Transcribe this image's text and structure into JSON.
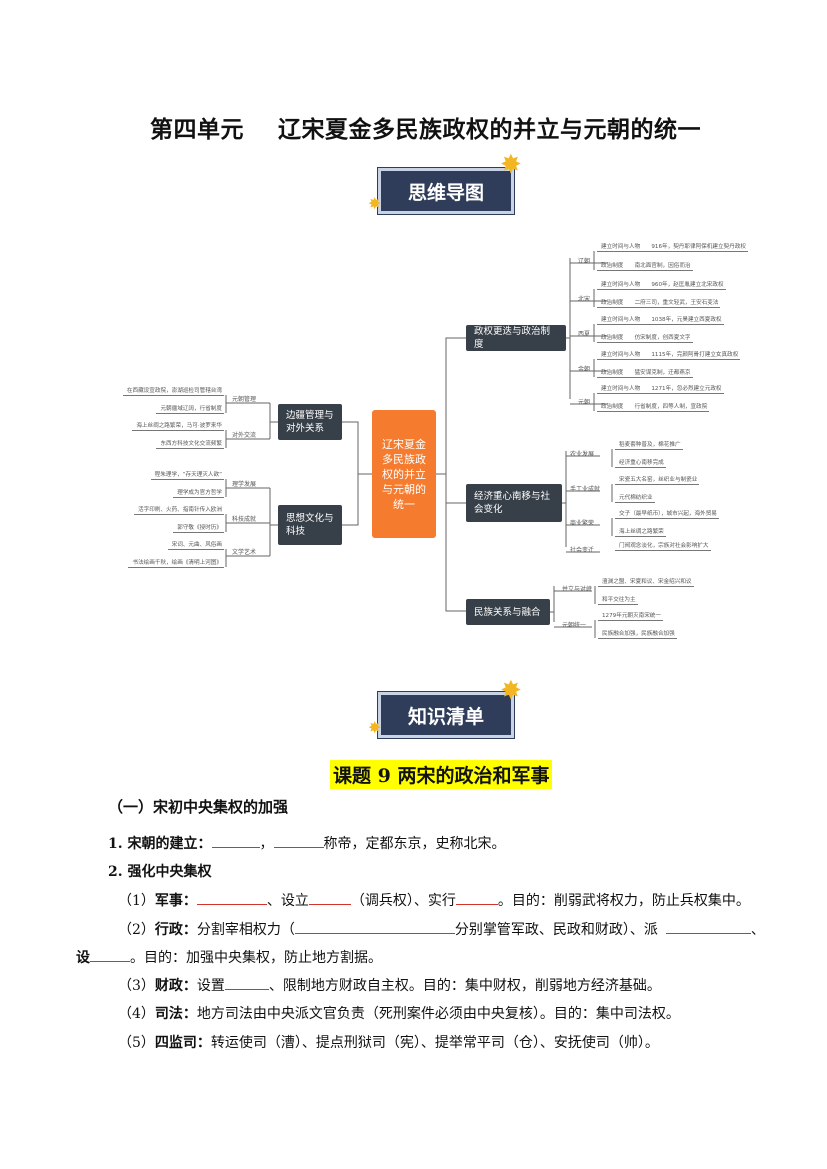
{
  "title": "第四单元    辽宋夏金多民族政权的并立与元朝的统一",
  "badge_mindmap": "思维导图",
  "badge_knowledge": "知识清单",
  "mindmap": {
    "center": "辽宋夏金多民族政权的并立与元朝的统一",
    "right": [
      {
        "label": "政权更迭与政治制度",
        "subs": [
          {
            "label": "辽朝",
            "leaves": [
              "建立时间与人物　　916年，契丹耶律阿保机建立契丹政权",
              "政治制度　　南北面官制，因俗而治"
            ]
          },
          {
            "label": "北宋",
            "leaves": [
              "建立时间与人物　　960年，赵匡胤建立北宋政权",
              "政治制度　　二府三司，重文轻武，王安石变法"
            ]
          },
          {
            "label": "西夏",
            "leaves": [
              "建立时间与人物　　1038年，元昊建立西夏政权",
              "政治制度　　仿宋制度，创西夏文字"
            ]
          },
          {
            "label": "金朝",
            "leaves": [
              "建立时间与人物　　1115年，完颜阿骨打建立女真政权",
              "政治制度　　猛安谋克制，迁都燕京"
            ]
          },
          {
            "label": "元朝",
            "leaves": [
              "建立时间与人物　　1271年，忽必烈建立元政权",
              "政治制度　　行省制度，四等人制，宣政院"
            ]
          }
        ]
      },
      {
        "label": "经济重心南移与社会变化",
        "subs": [
          {
            "label": "农业发展",
            "leaves": [
              "稻麦套种普及，棉花推广",
              "经济重心南移完成"
            ]
          },
          {
            "label": "手工业成就",
            "leaves": [
              "宋瓷五大名窑，丝织业与制瓷业",
              "元代棉纺织业"
            ]
          },
          {
            "label": "商业繁荣",
            "leaves": [
              "交子（最早纸币），城市兴起，海外贸易",
              "海上丝绸之路繁荣"
            ]
          },
          {
            "label": "社会变迁",
            "leaves": [
              "门阀观念淡化，宗族对社会影响扩大"
            ]
          }
        ]
      },
      {
        "label": "民族关系与融合",
        "subs": [
          {
            "label": "并立与对峙",
            "leaves": [
              "澶渊之盟、宋夏和议、宋金绍兴和议",
              "和平交往为主"
            ]
          },
          {
            "label": "元朝统一",
            "leaves": [
              "1279年元朝灭南宋统一",
              "民族融合加强，民族融合加强"
            ]
          }
        ]
      }
    ],
    "left": [
      {
        "label": "边疆管理与对外关系",
        "subs": [
          {
            "label": "元朝管理",
            "leaves": [
              "在西藏设宣政院，澎湖巡检司管辖台湾",
              "元朝疆域辽阔，行省制度"
            ]
          },
          {
            "label": "对外交流",
            "leaves": [
              "海上丝绸之路繁荣，马可·波罗来华",
              "东西方科技文化交流频繁"
            ]
          }
        ]
      },
      {
        "label": "思想文化与科技",
        "subs": [
          {
            "label": "理学发展",
            "leaves": [
              "程朱理学，“存天理灭人欲”",
              "理学成为官方哲学"
            ]
          },
          {
            "label": "科技成就",
            "leaves": [
              "活字印刷、火药、指南针传入欧洲",
              "郭守敬《授时历》"
            ]
          },
          {
            "label": "文学艺术",
            "leaves": [
              "宋词、元曲、风俗画",
              "书法绘画千秋，绘画《清明上河图》"
            ]
          }
        ]
      }
    ]
  },
  "lesson_title": "课题 9  两宋的政治和军事",
  "section": "（一）宋初中央集权的加强",
  "lines": {
    "l1_label": "1. 宋朝的建立：",
    "l1_sep": "，",
    "l1_rest": "称帝，定都东京，史称北宋。",
    "l2_label": "2. 强化中央集权",
    "l3_num": "（1）",
    "l3_label": "军事：",
    "l3_a": "、设立",
    "l3_b": "（调兵权）、实行",
    "l3_c": "。目的：削弱武将权力，防止兵权集中。",
    "l4_num": "（2）",
    "l4_label": "行政：",
    "l4_a": "分割宰相权力（",
    "l4_b": "分别掌管军政、民政和财政）、派",
    "l4_c": "、",
    "l5_label": "设",
    "l5_rest": "。目的：加强中央集权，防止地方割据。",
    "l6_num": "（3）",
    "l6_label": "财政：",
    "l6_a": "设置",
    "l6_b": "、限制地方财政自主权。目的：集中财权，削弱地方经济基础。",
    "l7_num": "（4）",
    "l7_label": "司法：",
    "l7_a": "地方司法由中央派文官负责（死刑案件必须由中央复核）。目的：集中司法权。",
    "l8_num": "（5）",
    "l8_label": "四监司：",
    "l8_a": "转运使司（漕）、提点刑狱司（宪）、提举常平司（仓）、安抚使司（帅）。"
  }
}
